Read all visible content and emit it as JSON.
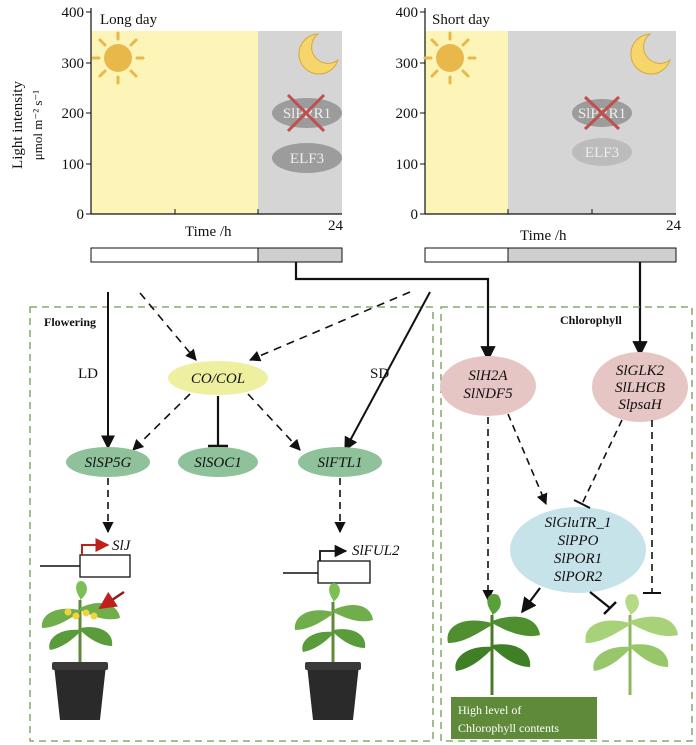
{
  "y_axis": {
    "label_line1": "Light intensity",
    "label_line2": "μmol m⁻² s⁻¹",
    "ticks": [
      "0",
      "100",
      "200",
      "300",
      "400"
    ]
  },
  "panels": {
    "long_day": {
      "title": "Long day",
      "x_label": "Time /h",
      "x_end": "24",
      "proteins": [
        "SlPRR1",
        "ELF3"
      ]
    },
    "short_day": {
      "title": "Short day",
      "x_label": "Time /h",
      "x_end": "24",
      "proteins": [
        "SlPRR1",
        "ELF3"
      ]
    }
  },
  "flowering": {
    "title": "Flowering",
    "ld_label": "LD",
    "sd_label": "SD",
    "co_col": "CO/COL",
    "genes": [
      "SlSP5G",
      "SlSOC1",
      "SlFTL1"
    ],
    "targets": [
      "SlJ",
      "SlFUL2"
    ]
  },
  "chlorophyll": {
    "title": "Chlorophyll",
    "group1": [
      "SlH2A",
      "SlNDF5"
    ],
    "group2": [
      "SlGLK2",
      "SlLHCB",
      "SlpsaH"
    ],
    "group3": [
      "SlGluTR_1",
      "SlPPO",
      "SlPOR1",
      "SlPOR2"
    ],
    "result_line1": "High level of",
    "result_line2": "Chlorophyll contents"
  },
  "colors": {
    "day": "#fdf5b8",
    "night": "#d5d5d5",
    "co_col": "#eef0a0",
    "gene_green": "#8fc29a",
    "gene_pink": "#e6c5c5",
    "gene_blue": "#c7e3ea",
    "box_border": "#6f9a56",
    "result_box": "#5f8a3a"
  },
  "icons": [
    "sun-icon",
    "moon-icon",
    "cross-icon",
    "tomato-plant-icon",
    "flower-icon",
    "red-arrow-icon",
    "promoter-arrow-icon"
  ]
}
